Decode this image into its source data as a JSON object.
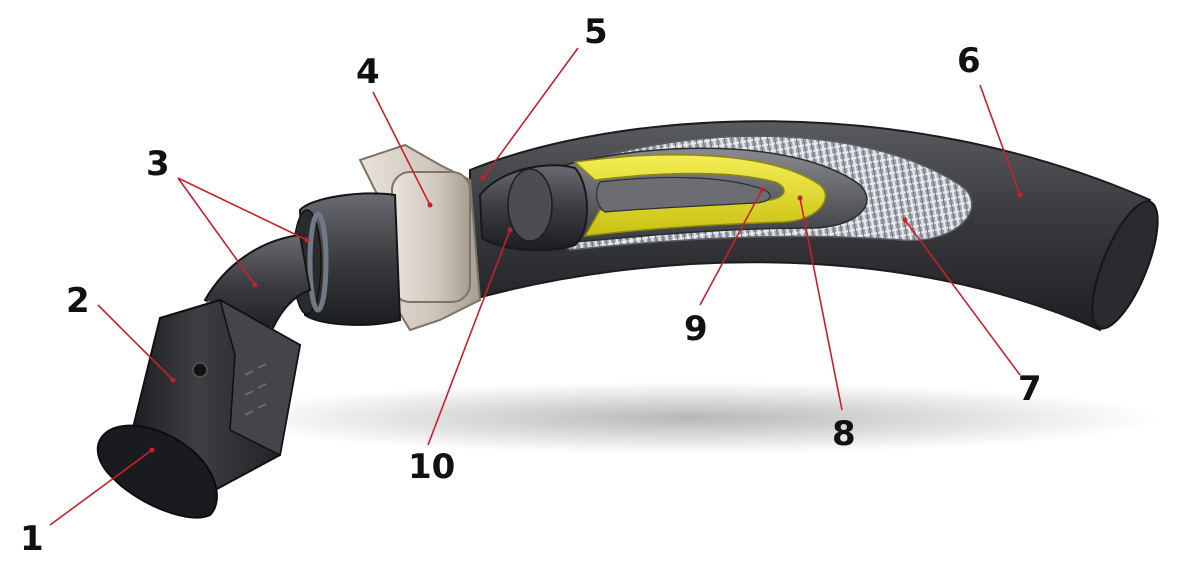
{
  "diagram": {
    "callouts": [
      {
        "id": "1",
        "label": "1"
      },
      {
        "id": "2",
        "label": "2"
      },
      {
        "id": "3",
        "label": "3"
      },
      {
        "id": "4",
        "label": "4"
      },
      {
        "id": "5",
        "label": "5"
      },
      {
        "id": "6",
        "label": "6"
      },
      {
        "id": "7",
        "label": "7"
      },
      {
        "id": "8",
        "label": "8"
      },
      {
        "id": "9",
        "label": "9"
      },
      {
        "id": "10",
        "label": "10"
      }
    ]
  },
  "colors": {
    "leader": "#c8202a",
    "hose": "#3a3b3e",
    "nut": "#2c2d30",
    "collar": "#cfc6bb",
    "liner": "#e6de1f",
    "braid": "#b9bcc2"
  }
}
